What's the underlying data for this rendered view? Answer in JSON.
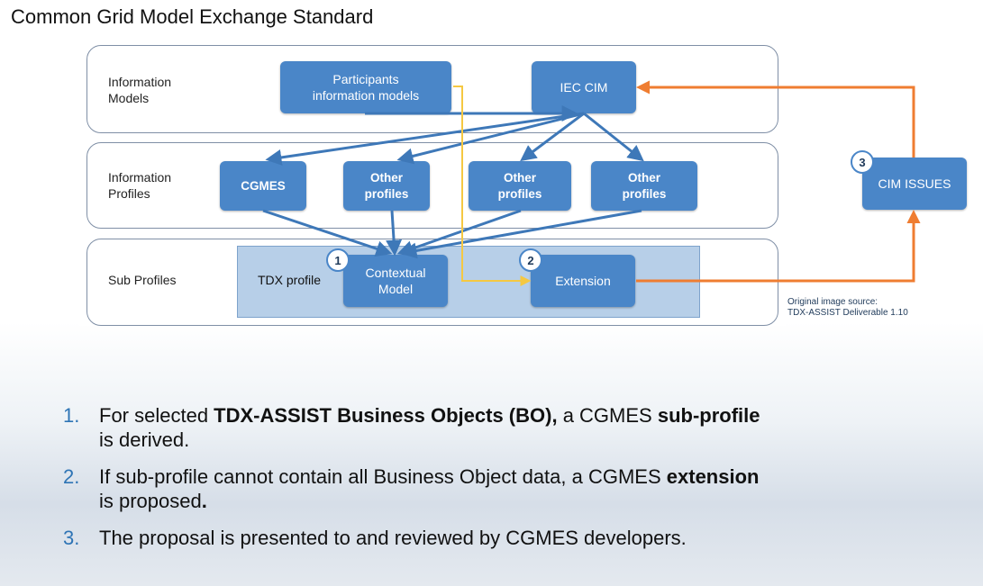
{
  "title": "Common Grid Model Exchange Standard",
  "rows": [
    {
      "label_line1": "Information",
      "label_line2": "Models"
    },
    {
      "label_line1": "Information",
      "label_line2": "Profiles"
    },
    {
      "label_line1": "Sub Profiles",
      "label_line2": ""
    }
  ],
  "boxes": {
    "participants_line1": "Participants",
    "participants_line2": "information models",
    "iec_cim": "IEC CIM",
    "cgmes": "CGMES",
    "other1_line1": "Other",
    "other1_line2": "profiles",
    "other2_line1": "Other",
    "other2_line2": "profiles",
    "other3_line1": "Other",
    "other3_line2": "profiles",
    "tdx_profile": "TDX profile",
    "contextual_line1": "Contextual",
    "contextual_line2": "Model",
    "extension": "Extension",
    "cim_issues": "CIM ISSUES"
  },
  "markers": {
    "one": "1",
    "two": "2",
    "three": "3"
  },
  "source_note": {
    "line1": "Original image source:",
    "line2": "TDX-ASSIST Deliverable 1.10"
  },
  "colors": {
    "box": "#4a86c8",
    "blue_arrow": "#3e78b8",
    "orange_arrow": "#ef7d31",
    "yellow_line": "#f5c842",
    "list_number": "#2e74b5"
  },
  "list": [
    {
      "num": "1.",
      "t1": "For selected ",
      "b1": "TDX-ASSIST Business Objects (BO),",
      "t2": " a CGMES ",
      "b2": "sub-profile",
      "t3": " is derived.",
      "b3": ""
    },
    {
      "num": "2.",
      "t1": "If sub-profile cannot contain all Business Object data, a CGMES ",
      "b1": "extension",
      "t2": " is proposed",
      "b2": ".",
      "t3": "",
      "b3": ""
    },
    {
      "num": "3.",
      "t1": "The proposal is presented to and reviewed by CGMES developers.",
      "b1": "",
      "t2": "",
      "b2": "",
      "t3": "",
      "b3": ""
    }
  ]
}
